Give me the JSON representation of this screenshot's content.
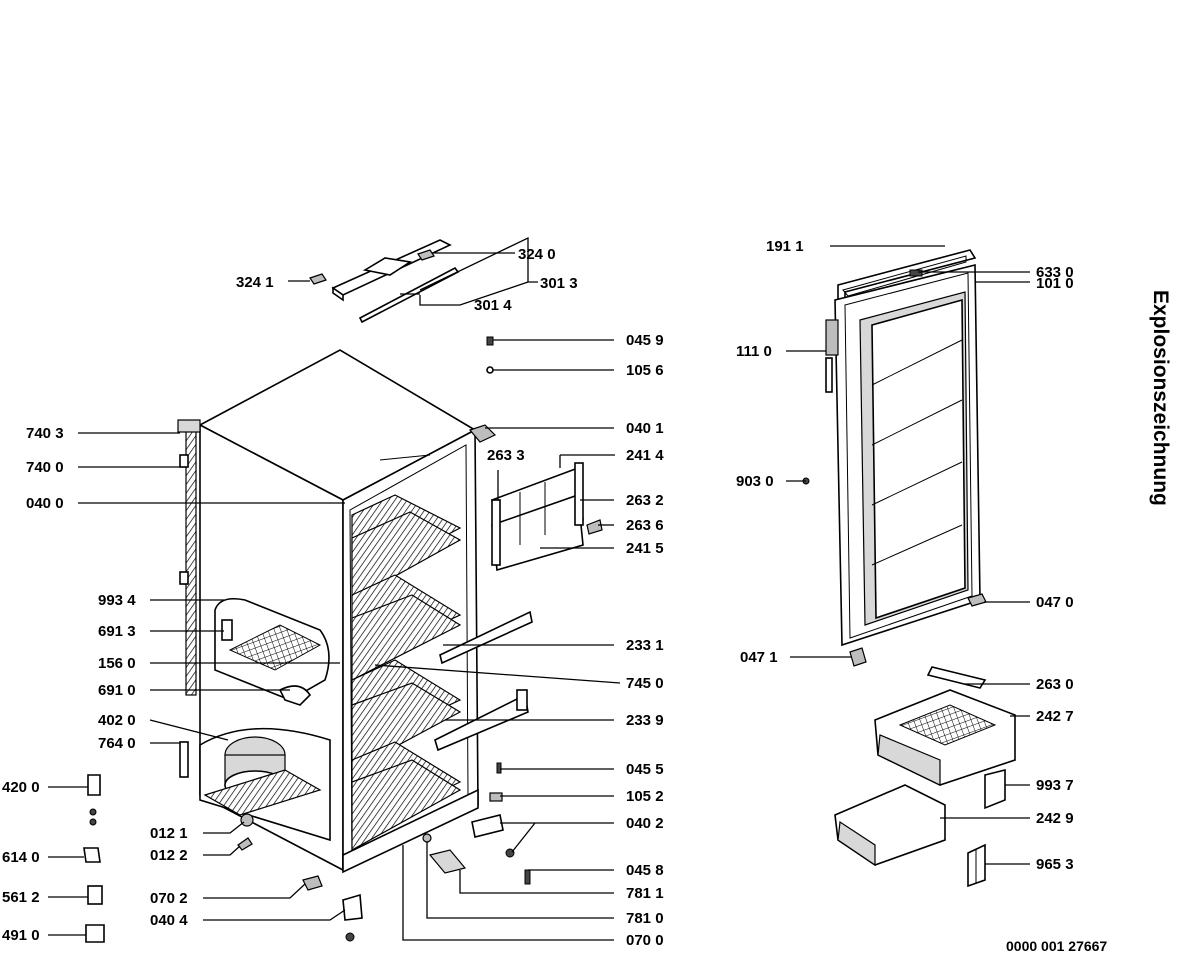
{
  "title": "Explosionszeichnung",
  "document_number": "0000 001 27667",
  "part_labels": [
    {
      "id": "324-0-a",
      "text": "324 0"
    },
    {
      "id": "324-1",
      "text": "324 1"
    },
    {
      "id": "301-3",
      "text": "301 3"
    },
    {
      "id": "301-4",
      "text": "301 4"
    },
    {
      "id": "045-9",
      "text": "045 9"
    },
    {
      "id": "105-6",
      "text": "105 6"
    },
    {
      "id": "040-1",
      "text": "040 1"
    },
    {
      "id": "263-3",
      "text": "263 3"
    },
    {
      "id": "241-4",
      "text": "241 4"
    },
    {
      "id": "263-2",
      "text": "263 2"
    },
    {
      "id": "263-6",
      "text": "263 6"
    },
    {
      "id": "241-5",
      "text": "241 5"
    },
    {
      "id": "740-3",
      "text": "740 3"
    },
    {
      "id": "740-0",
      "text": "740 0"
    },
    {
      "id": "040-0",
      "text": "040 0"
    },
    {
      "id": "993-4",
      "text": "993 4"
    },
    {
      "id": "691-3",
      "text": "691 3"
    },
    {
      "id": "156-0",
      "text": "156 0"
    },
    {
      "id": "691-0",
      "text": "691 0"
    },
    {
      "id": "402-0",
      "text": "402 0"
    },
    {
      "id": "764-0",
      "text": "764 0"
    },
    {
      "id": "420-0",
      "text": "420 0"
    },
    {
      "id": "614-0",
      "text": "614 0"
    },
    {
      "id": "561-2",
      "text": "561 2"
    },
    {
      "id": "491-0",
      "text": "491 0"
    },
    {
      "id": "012-1",
      "text": "012 1"
    },
    {
      "id": "012-2",
      "text": "012 2"
    },
    {
      "id": "070-2",
      "text": "070 2"
    },
    {
      "id": "040-4",
      "text": "040 4"
    },
    {
      "id": "233-1",
      "text": "233 1"
    },
    {
      "id": "745-0",
      "text": "745 0"
    },
    {
      "id": "233-9",
      "text": "233 9"
    },
    {
      "id": "045-5",
      "text": "045 5"
    },
    {
      "id": "105-2",
      "text": "105 2"
    },
    {
      "id": "040-2",
      "text": "040 2"
    },
    {
      "id": "045-8",
      "text": "045 8"
    },
    {
      "id": "781-1",
      "text": "781 1"
    },
    {
      "id": "781-0",
      "text": "781 0"
    },
    {
      "id": "070-0",
      "text": "070 0"
    },
    {
      "id": "191-1",
      "text": "191 1"
    },
    {
      "id": "633-0",
      "text": "633 0"
    },
    {
      "id": "101-0",
      "text": "101 0"
    },
    {
      "id": "111-0",
      "text": "111 0"
    },
    {
      "id": "903-0",
      "text": "903 0"
    },
    {
      "id": "047-0",
      "text": "047 0"
    },
    {
      "id": "047-1",
      "text": "047 1"
    },
    {
      "id": "263-0",
      "text": "263 0"
    },
    {
      "id": "242-7",
      "text": "242 7"
    },
    {
      "id": "993-7",
      "text": "993 7"
    },
    {
      "id": "242-9",
      "text": "242 9"
    },
    {
      "id": "965-3",
      "text": "965 3"
    }
  ]
}
